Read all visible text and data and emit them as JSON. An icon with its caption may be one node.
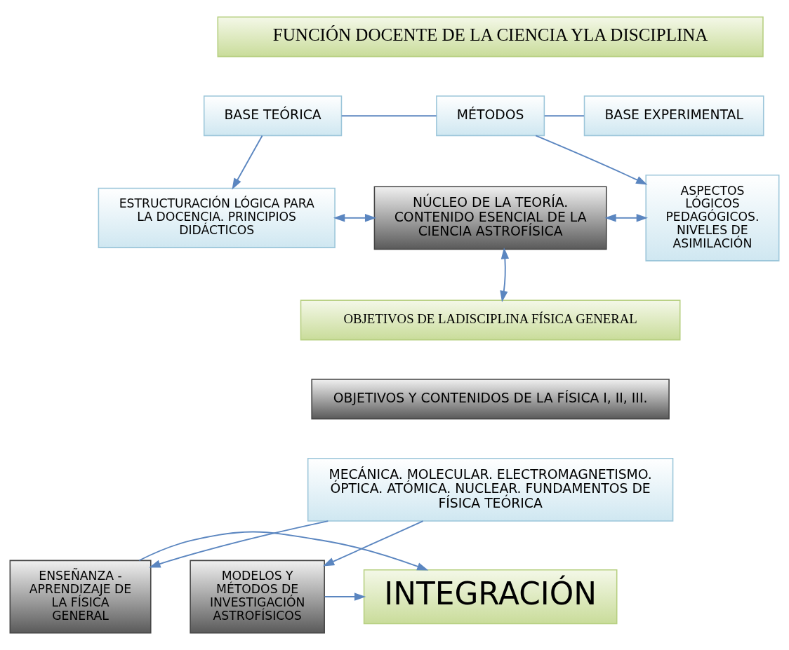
{
  "diagram": {
    "nodes": [
      {
        "text": [
          "FUNCIÓN DOCENTE DE LA CIENCIA YLA DISCIPLINA"
        ]
      },
      {
        "text": [
          "BASE TEÓRICA"
        ]
      },
      {
        "text": [
          "MÉTODOS"
        ]
      },
      {
        "text": [
          "BASE EXPERIMENTAL"
        ]
      },
      {
        "text": [
          "ESTRUCTURACIÓN LÓGICA PARA LA DOCENCIA. PRINCIPIOS DIDÁCTICOS"
        ]
      },
      {
        "text": [
          "NÚCLEO DE LA TEORÍA. CONTENIDO ESENCIAL DE LA CIENCIA ASTROFÍSICA"
        ]
      },
      {
        "text": [
          "ASPECTOS LÓGICOS PEDAGÓGICOS. NIVELES DE ASIMILACIÓN"
        ]
      },
      {
        "text": [
          "OBJETIVOS DE LADISCIPLINA FÍSICA GENERAL"
        ]
      },
      {
        "text": [
          "OBJETIVOS Y CONTENIDOS DE LA FÍSICA I, II, III."
        ]
      },
      {
        "text": [
          "MECÁNICA. MOLECULAR. ELECTROMAGNETISMO. ÓPTICA. ATÓMICA. NUCLEAR. FUNDAMENTOS DE FÍSICA TEÓRICA"
        ]
      },
      {
        "text": [
          "ENSEÑANZA - APRENDIZAJE DE LA FÍSICA GENERAL"
        ]
      },
      {
        "text": [
          "INTEGRACIÓN"
        ]
      },
      {
        "text": [
          "MODELOS Y MÉTODOS DE INVESTIGACIÓN ASTROFÍSICOS"
        ]
      }
    ],
    "edges": [
      {
        "from": 1,
        "to": 2,
        "arrow": "none"
      },
      {
        "from": 2,
        "to": 3,
        "arrow": "none"
      },
      {
        "from": 1,
        "to": 4,
        "arrow": "to"
      },
      {
        "from": 2,
        "to": 6,
        "arrow": "to"
      },
      {
        "from": 4,
        "to": 5,
        "arrow": "both"
      },
      {
        "from": 5,
        "to": 6,
        "arrow": "both"
      },
      {
        "from": 5,
        "to": 7,
        "arrow": "both"
      },
      {
        "from": 9,
        "to": 10,
        "arrow": "to"
      },
      {
        "from": 9,
        "to": 12,
        "arrow": "to"
      },
      {
        "from": 10,
        "to": 11,
        "arrow": "to"
      },
      {
        "from": 12,
        "to": 11,
        "arrow": "to"
      }
    ]
  }
}
